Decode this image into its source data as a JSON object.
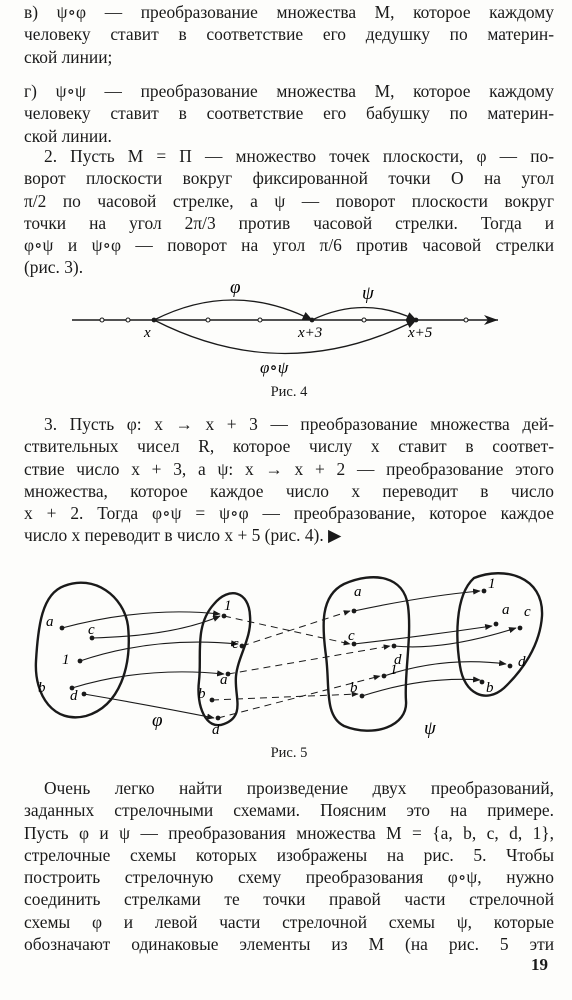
{
  "paragraphs": {
    "p_v": [
      "в) ψ∘φ — преобразование множества M, которое каждому",
      "человеку ставит в соответствие его дедушку по материн-",
      "ской линии;"
    ],
    "p_g": [
      "г) ψ∘ψ — преобразование множества M, которое каждому",
      "человеку ставит в соответствие его бабушку по материн-",
      "ской линии."
    ],
    "p_2": [
      "2. Пусть M = П — множество точек плоскости, φ — по-",
      "ворот плоскости вокруг фиксированной точки O на угол",
      "π/2 по часовой стрелке, а ψ — поворот плоскости вокруг",
      "точки на угол 2π/3 против часовой стрелки. Тогда и",
      "φ∘ψ и ψ∘φ — поворот на угол π/6 против часовой стрелки",
      "(рис. 3)."
    ],
    "p_3": [
      "3. Пусть φ: x → x + 3 — преобразование множества дей-",
      "ствительных чисел R, которое числу x ставит в соответ-",
      "ствие число x + 3, а ψ: x → x + 2 — преобразование этого",
      "множества, которое каждое число x переводит в число",
      "x + 2. Тогда φ∘ψ = ψ∘φ — преобразование, которое каждое",
      "число x переводит в число x + 5 (рис. 4). ▶"
    ],
    "p_final": [
      "Очень легко найти произведение двух преобразований,",
      "заданных стрелочными схемами. Поясним это на примере.",
      "Пусть φ и ψ — преобразования множества M = {a, b, c, d, 1},",
      "стрелочные схемы которых изображены на рис. 5. Чтобы",
      "построить стрелочную схему преобразования φ∘ψ, нужно",
      "соединить стрелками те точки правой части стрелочной",
      "схемы φ и левой части стрелочной схемы ψ, которые",
      "обозначают одинаковые элементы из M (на рис. 5 эти"
    ]
  },
  "fig4": {
    "caption": "Рис. 4",
    "labels": {
      "x": "x",
      "x3": "x+3",
      "x5": "x+5",
      "phi": "φ",
      "psi": "ψ",
      "phipsi": "φ∘ψ"
    }
  },
  "fig5": {
    "caption": "Рис. 5",
    "labels": {
      "phi": "φ",
      "psi": "ψ",
      "a": "a",
      "b": "b",
      "c": "c",
      "d": "d",
      "one": "1"
    }
  },
  "page_number": "19"
}
